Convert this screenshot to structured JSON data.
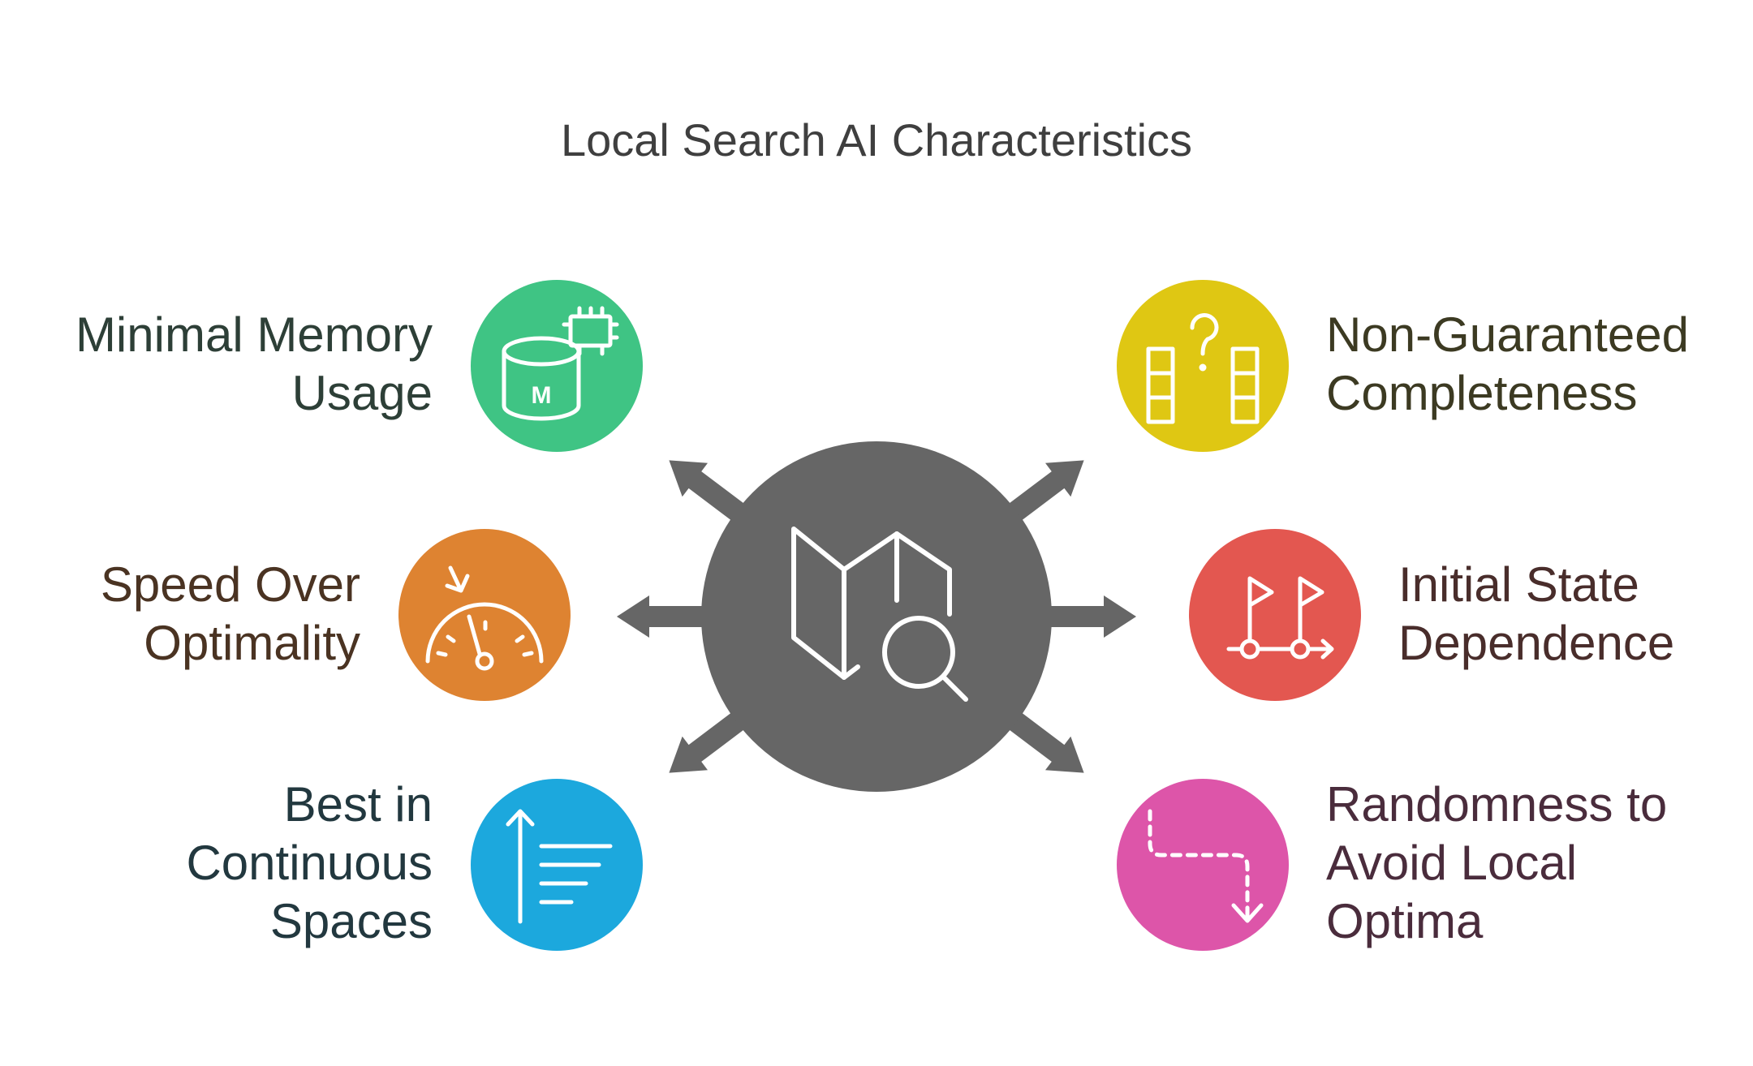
{
  "title": "Local Search AI Characteristics",
  "center": {
    "icon": "map-search-icon",
    "color": "#666666"
  },
  "items": [
    {
      "id": "memory",
      "label": "Minimal Memory\nUsage",
      "icon": "database-chip-icon",
      "color": "#3fc484",
      "text_color": "#2d3f37",
      "icon_letter": "M"
    },
    {
      "id": "speed",
      "label": "Speed Over\nOptimality",
      "icon": "speedometer-icon",
      "color": "#de8331",
      "text_color": "#4a3322"
    },
    {
      "id": "continuous",
      "label": "Best in\nContinuous\nSpaces",
      "icon": "sort-list-icon",
      "color": "#1ca8dd",
      "text_color": "#22383f"
    },
    {
      "id": "completeness",
      "label": "Non-Guaranteed\nCompleteness",
      "icon": "question-blocks-icon",
      "color": "#dfc713",
      "text_color": "#3c3a22"
    },
    {
      "id": "initial",
      "label": "Initial State\nDependence",
      "icon": "flags-path-icon",
      "color": "#e35750",
      "text_color": "#492d2b"
    },
    {
      "id": "random",
      "label": "Randomness to\nAvoid Local\nOptima",
      "icon": "dashed-route-icon",
      "color": "#dd55a9",
      "text_color": "#4a2c3c"
    }
  ]
}
